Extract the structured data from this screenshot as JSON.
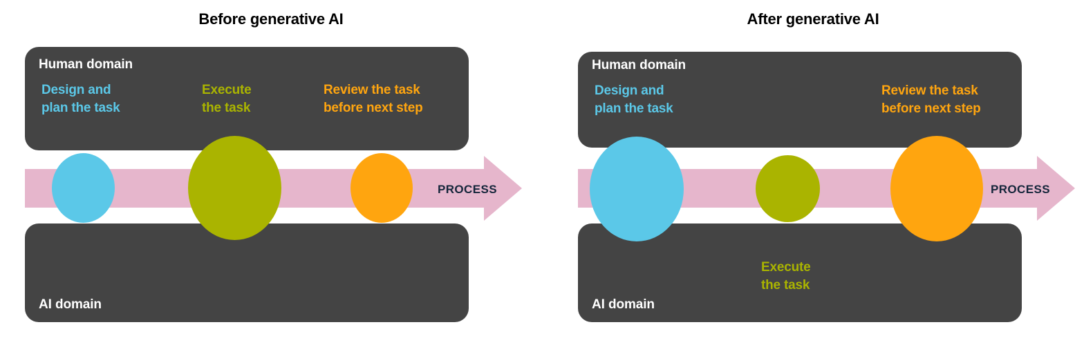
{
  "colors": {
    "background": "#ffffff",
    "domain_box": "#444444",
    "domain_label": "#ffffff",
    "arrow_pink": "#e6b6cc",
    "process_text": "#14253a",
    "design_blue": "#5bc8e8",
    "execute_olive": "#aab400",
    "review_orange": "#ffa50f",
    "title_black": "#000000"
  },
  "panels": [
    {
      "id": "before",
      "title": "Before generative AI",
      "human_domain_label": "Human domain",
      "ai_domain_label": "AI domain",
      "process_label": "PROCESS",
      "steps": [
        {
          "id": "design",
          "caption": "Design and\nplan the task",
          "color": "#5bc8e8",
          "owner": "human",
          "size": "small"
        },
        {
          "id": "execute",
          "caption": "Execute\nthe task",
          "color": "#aab400",
          "owner": "human",
          "size": "large"
        },
        {
          "id": "review",
          "caption": "Review the task\nbefore next step",
          "color": "#ffa50f",
          "owner": "human",
          "size": "small"
        }
      ]
    },
    {
      "id": "after",
      "title": "After generative AI",
      "human_domain_label": "Human domain",
      "ai_domain_label": "AI domain",
      "process_label": "PROCESS",
      "steps": [
        {
          "id": "design",
          "caption": "Design and\nplan the task",
          "color": "#5bc8e8",
          "owner": "human",
          "size": "large"
        },
        {
          "id": "execute",
          "caption": "Execute\nthe task",
          "color": "#aab400",
          "owner": "ai",
          "size": "small"
        },
        {
          "id": "review",
          "caption": "Review the task\nbefore next step",
          "color": "#ffa50f",
          "owner": "human",
          "size": "large"
        }
      ]
    }
  ]
}
